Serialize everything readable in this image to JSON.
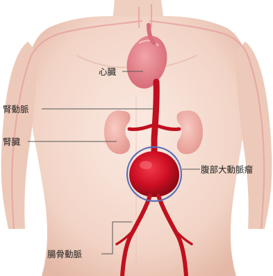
{
  "labels": {
    "heart": "心臓",
    "renal_artery": "腎動脈",
    "kidney": "腎臓",
    "aneurysm": "腹部大動脈瘤",
    "iliac_artery": "腸骨動脈"
  },
  "colors": {
    "background": "#ffffff",
    "skin_light": "#f6dfd3",
    "skin_mid": "#ebc3b2",
    "skin_shadow": "#d9a796",
    "vessel": "#e9a3a0",
    "heart": "#e58088",
    "artery": "#c0101e",
    "artery_dark": "#8e0c16",
    "aneurysm": "#d4122a",
    "kidney": "#f0b0a8",
    "highlight_ring": "#5b6fb8",
    "leader_line": "#555555",
    "label_text": "#222222"
  }
}
